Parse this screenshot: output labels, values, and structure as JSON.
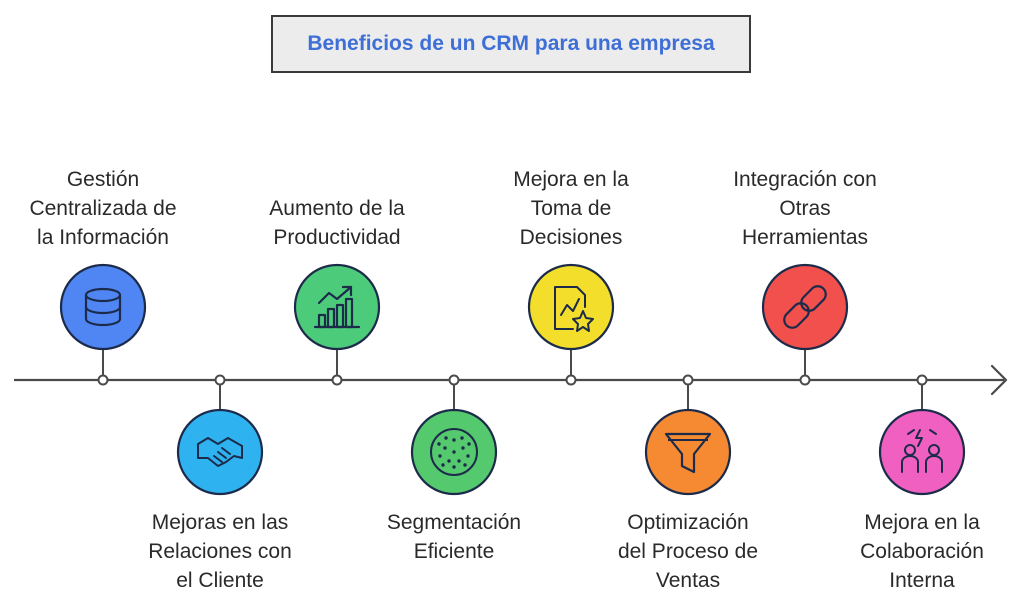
{
  "title": "Beneficios de un CRM para una empresa",
  "colors": {
    "title_text": "#3d6fd6",
    "title_bg": "#ececec",
    "axis": "#4a4a4a"
  },
  "steps": [
    {
      "lines": [
        "Gestión",
        "Centralizada de",
        "la Información"
      ],
      "icon": "database-icon",
      "color": "#4f86f3",
      "position": "above"
    },
    {
      "lines": [
        "Mejoras en las",
        "Relaciones con",
        "el Cliente"
      ],
      "icon": "handshake-icon",
      "color": "#2fb3f0",
      "position": "below"
    },
    {
      "lines": [
        "Aumento de la",
        "Productividad"
      ],
      "icon": "growth-chart-icon",
      "color": "#4ccc7a",
      "position": "above"
    },
    {
      "lines": [
        "Segmentación",
        "Eficiente"
      ],
      "icon": "dot-cluster-icon",
      "color": "#55c96e",
      "position": "below"
    },
    {
      "lines": [
        "Mejora en la",
        "Toma de",
        "Decisiones"
      ],
      "icon": "chart-star-icon",
      "color": "#f3df2b",
      "position": "above"
    },
    {
      "lines": [
        "Optimización",
        "del Proceso de",
        "Ventas"
      ],
      "icon": "funnel-icon",
      "color": "#f58a33",
      "position": "below"
    },
    {
      "lines": [
        "Integración con",
        "Otras",
        "Herramientas"
      ],
      "icon": "link-icon",
      "color": "#f2504d",
      "position": "above"
    },
    {
      "lines": [
        "Mejora en la",
        "Colaboración",
        "Interna"
      ],
      "icon": "team-collaboration-icon",
      "color": "#f060c0",
      "position": "below"
    }
  ]
}
